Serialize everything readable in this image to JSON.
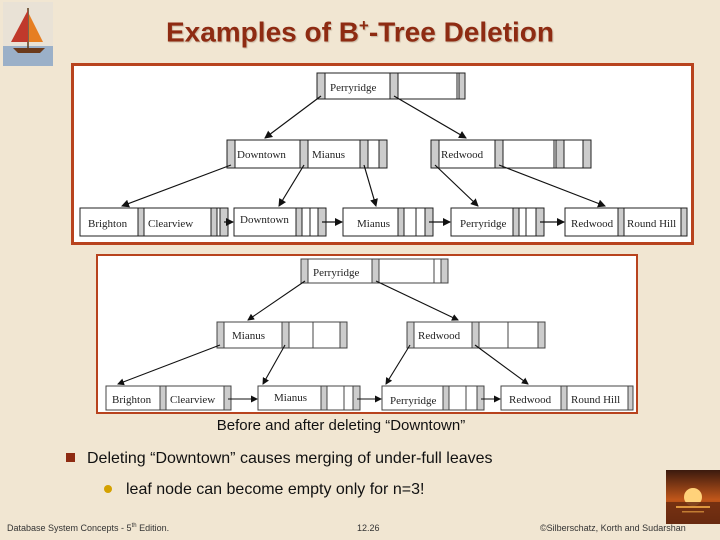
{
  "title": {
    "main": "Examples of B",
    "sup": "+",
    "rest": "-Tree Deletion"
  },
  "before_tree": {
    "root": [
      "Perryridge"
    ],
    "internal": [
      [
        "Downtown",
        "Mianus"
      ],
      [
        "Redwood"
      ]
    ],
    "leaves": [
      [
        "Brighton",
        "Clearview"
      ],
      [
        "Downtown"
      ],
      [
        "Mianus"
      ],
      [
        "Perryridge"
      ],
      [
        "Redwood",
        "Round Hill"
      ]
    ]
  },
  "after_tree": {
    "root": [
      "Perryridge"
    ],
    "internal": [
      [
        "Mianus"
      ],
      [
        "Redwood"
      ]
    ],
    "leaves": [
      [
        "Brighton",
        "Clearview"
      ],
      [
        "Mianus"
      ],
      [
        "Perryridge"
      ],
      [
        "Redwood",
        "Round Hill"
      ]
    ]
  },
  "caption": "Before and after deleting “Downtown”",
  "bullets": [
    "Deleting “Downtown” causes merging of under-full leaves",
    "leaf node can become empty only for n=3!"
  ],
  "footer": {
    "left_pre": "Database System Concepts - 5",
    "left_sup": "th",
    "left_post": " Edition.",
    "center": "12.26",
    "right": "©Silberschatz, Korth and Sudarshan"
  },
  "colors": {
    "title": "#8E2B12",
    "frame": "#B8431E",
    "background": "#F1E6D2",
    "bullet_square": "#8E2B12",
    "bullet_dot": "#D4A100"
  },
  "icons": [
    "sailboat-logo-icon",
    "sunset-icon"
  ]
}
